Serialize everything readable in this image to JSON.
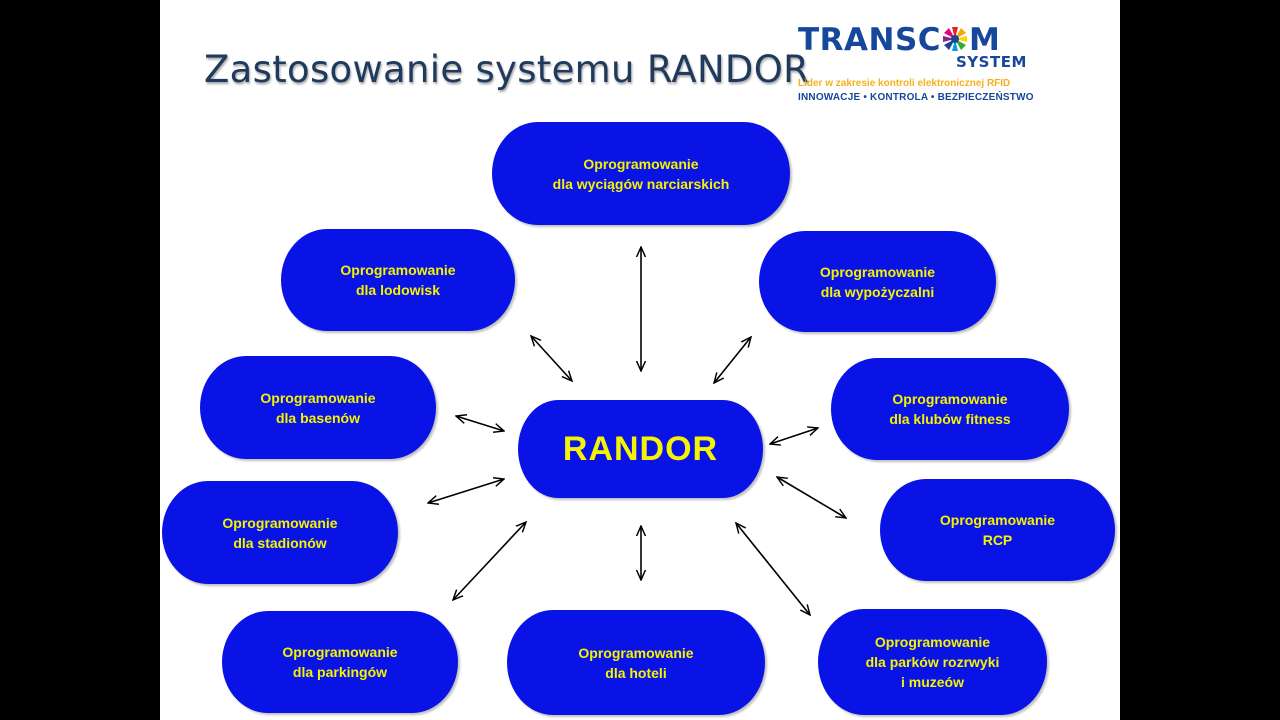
{
  "title": "Zastosowanie systemu RANDOR",
  "logo": {
    "main": "TRANSC",
    "main_end": "M",
    "sub": "SYSTEM",
    "tagline": "Lider w zakresie kontroli elektronicznej RFID",
    "motto": "INNOWACJE • KONTROLA • BEZPIECZEŃSTWO",
    "icon": "colorful-starburst-icon"
  },
  "colors": {
    "node_fill": "#0a13e6",
    "node_text": "#f4f400",
    "title": "#1f3a5c",
    "logo_blue": "#16479a",
    "logo_yellow": "#f3b21b"
  },
  "diagram": {
    "center": "RANDOR",
    "nodes": [
      {
        "id": "ski",
        "label": "Oprogramowanie\ndla wyciągów narciarskich"
      },
      {
        "id": "ice",
        "label": "Oprogramowanie\ndla lodowisk"
      },
      {
        "id": "rental",
        "label": "Oprogramowanie\ndla wypożyczalni"
      },
      {
        "id": "pool",
        "label": "Oprogramowanie\ndla basenów"
      },
      {
        "id": "fitness",
        "label": "Oprogramowanie\ndla klubów fitness"
      },
      {
        "id": "stadium",
        "label": "Oprogramowanie\ndla stadionów"
      },
      {
        "id": "rcp",
        "label": "Oprogramowanie\nRCP"
      },
      {
        "id": "parking",
        "label": "Oprogramowanie\ndla parkingów"
      },
      {
        "id": "hotel",
        "label": "Oprogramowanie\ndla hoteli"
      },
      {
        "id": "parks",
        "label": "Oprogramowanie\ndla parków rozrwyki\ni muzeów"
      }
    ]
  }
}
